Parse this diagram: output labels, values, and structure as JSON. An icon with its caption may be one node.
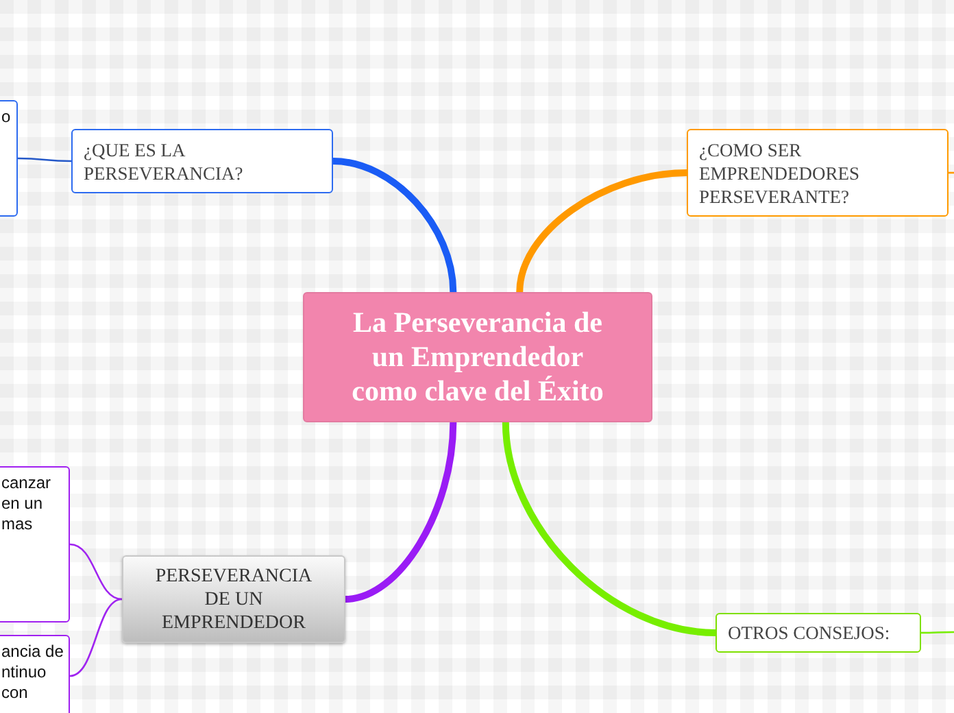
{
  "diagram": {
    "nodes": [
      {
        "text": [
          "La Perseverancia de un Emprendedor como clave del Éxito"
        ]
      },
      {
        "text": [
          "¿QUE ES LA PERSEVERANCIA?"
        ]
      },
      {
        "text": [
          "o"
        ]
      },
      {
        "text": [
          "¿COMO SER EMPRENDEDORES PERSEVERANTE?"
        ]
      },
      {
        "text": [
          "OTROS CONSEJOS:"
        ]
      },
      {
        "text": [
          "PERSEVERANCIA DE UN EMPRENDEDOR"
        ]
      },
      {
        "text": [
          "canzar en un mas"
        ]
      },
      {
        "text": [
          "ancia de ntinuo con"
        ]
      }
    ],
    "edges": [
      {
        "from": 0,
        "to": 1,
        "arrow": "none",
        "style": "thick",
        "color": "#1a5cf5"
      },
      {
        "from": 0,
        "to": 3,
        "arrow": "none",
        "style": "thick",
        "color": "#ff9900"
      },
      {
        "from": 0,
        "to": 5,
        "arrow": "none",
        "style": "thick",
        "color": "#9a1cf5"
      },
      {
        "from": 0,
        "to": 4,
        "arrow": "none",
        "style": "thick",
        "color": "#77ee00"
      },
      {
        "from": 1,
        "to": 2,
        "arrow": "none",
        "color": "#2458c8"
      },
      {
        "from": 3,
        "to": null,
        "arrow": "none",
        "color": "#ff9900"
      },
      {
        "from": 5,
        "to": 6,
        "arrow": "none",
        "color": "#a024f0"
      },
      {
        "from": 5,
        "to": 7,
        "arrow": "none",
        "color": "#a024f0"
      },
      {
        "from": 4,
        "to": null,
        "arrow": "none",
        "color": "#77ee00"
      }
    ]
  }
}
